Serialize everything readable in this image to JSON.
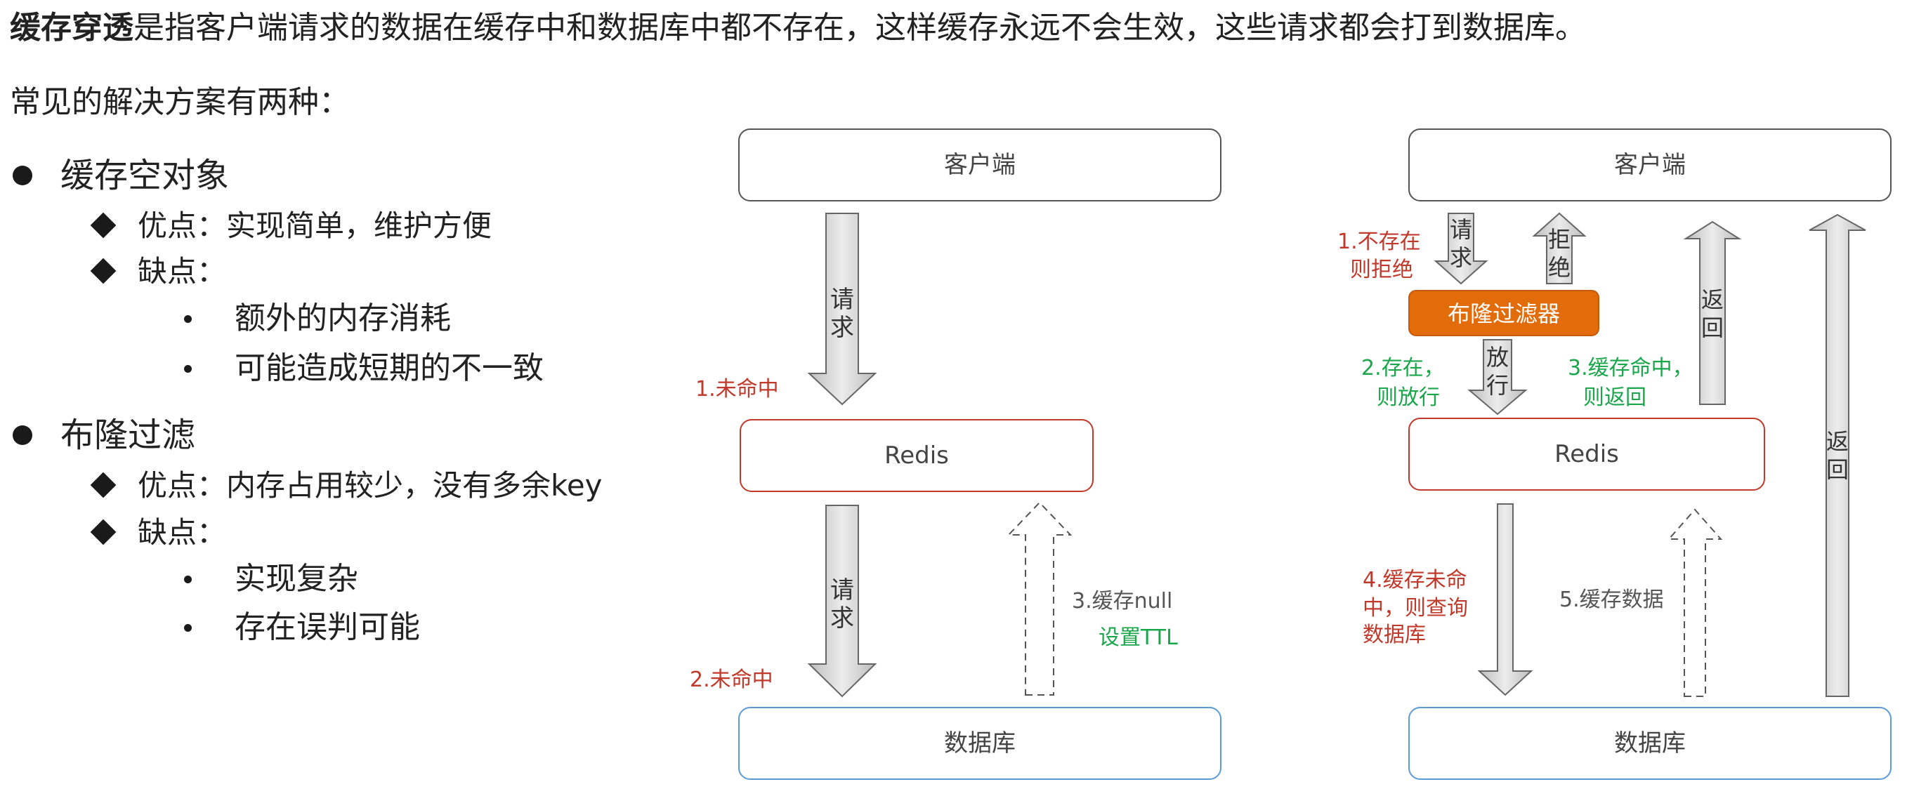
{
  "intro": {
    "bold": "缓存穿透",
    "rest": "是指客户端请求的数据在缓存中和数据库中都不存在，这样缓存永远不会生效，这些请求都会打到数据库。"
  },
  "subtitle": "常见的解决方案有两种：",
  "solutions": [
    {
      "title": "缓存空对象",
      "pros": "优点：实现简单，维护方便",
      "cons_label": "缺点：",
      "cons": [
        "额外的内存消耗",
        "可能造成短期的不一致"
      ]
    },
    {
      "title": "布隆过滤",
      "pros": "优点：内存占用较少，没有多余key",
      "cons_label": "缺点：",
      "cons": [
        "实现复杂",
        "存在误判可能"
      ]
    }
  ],
  "colors": {
    "red": "#c0392b",
    "green": "#1aa64b",
    "blue_border": "#5b9bd5",
    "red_border": "#c0392b",
    "orange": "#e36c0a",
    "gray_label": "#555555"
  },
  "diagram_left": {
    "client": "客户端",
    "redis": "Redis",
    "db": "数据库",
    "arrow1": [
      "请",
      "求"
    ],
    "arrow2": [
      "请",
      "求"
    ],
    "step1": "1.未命中",
    "step2": "2.未命中",
    "step3": "3.缓存null",
    "step3b": "设置TTL"
  },
  "diagram_right": {
    "client": "客户端",
    "filter": "布隆过滤器",
    "redis": "Redis",
    "db": "数据库",
    "req": [
      "请",
      "求"
    ],
    "reject": [
      "拒",
      "绝"
    ],
    "pass": [
      "放",
      "行"
    ],
    "ret1": [
      "返",
      "回"
    ],
    "ret2": [
      "返",
      "回"
    ],
    "step1": [
      "1.不存在",
      "则拒绝"
    ],
    "step2": [
      "2.存在，",
      "则放行"
    ],
    "step3": [
      "3.缓存命中，",
      "则返回"
    ],
    "step4": [
      "4.缓存未命",
      "中，则查询",
      "数据库"
    ],
    "step5": "5.缓存数据"
  }
}
